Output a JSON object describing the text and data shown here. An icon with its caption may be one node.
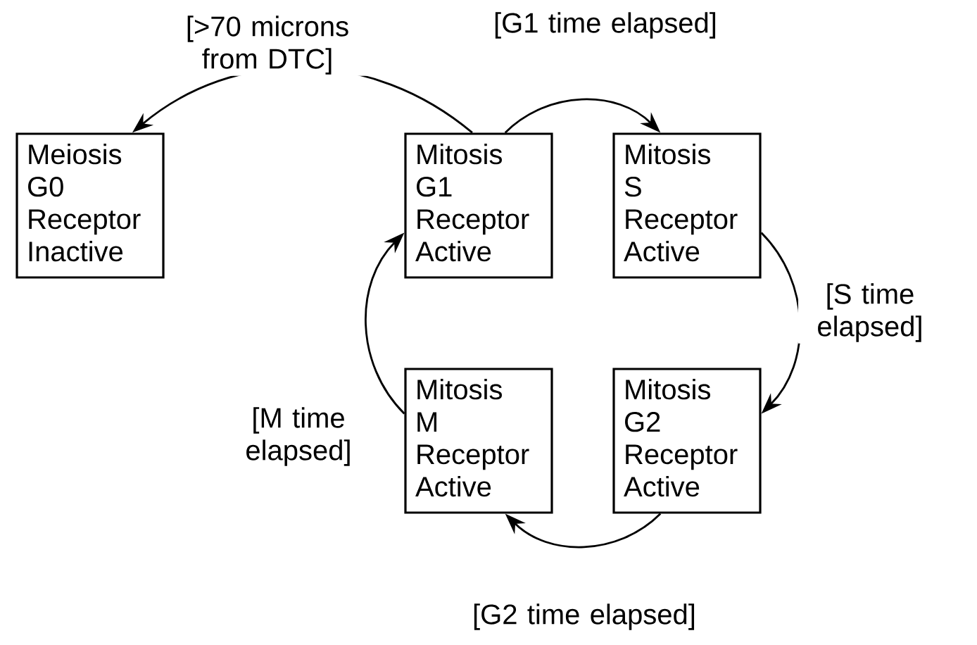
{
  "diagram": {
    "nodes": [
      {
        "text": [
          "Meiosis",
          "G0",
          "Receptor",
          "Inactive"
        ]
      },
      {
        "text": [
          "Mitosis",
          "G1",
          "Receptor",
          "Active"
        ]
      },
      {
        "text": [
          "Mitosis",
          "S",
          "Receptor",
          "Active"
        ]
      },
      {
        "text": [
          "Mitosis",
          "M",
          "Receptor",
          "Active"
        ]
      },
      {
        "text": [
          "Mitosis",
          "G2",
          "Receptor",
          "Active"
        ]
      }
    ],
    "edges": [
      {
        "from": 1,
        "to": 0,
        "arrow": "to",
        "label": "[>70 microns from DTC]"
      },
      {
        "from": 1,
        "to": 2,
        "arrow": "to",
        "label": "[G1 time elapsed]"
      },
      {
        "from": 2,
        "to": 4,
        "arrow": "to",
        "label": "[S time elapsed]"
      },
      {
        "from": 4,
        "to": 3,
        "arrow": "to",
        "label": "[G2 time elapsed]"
      },
      {
        "from": 3,
        "to": 1,
        "arrow": "to",
        "label": "[M time elapsed]"
      }
    ]
  }
}
